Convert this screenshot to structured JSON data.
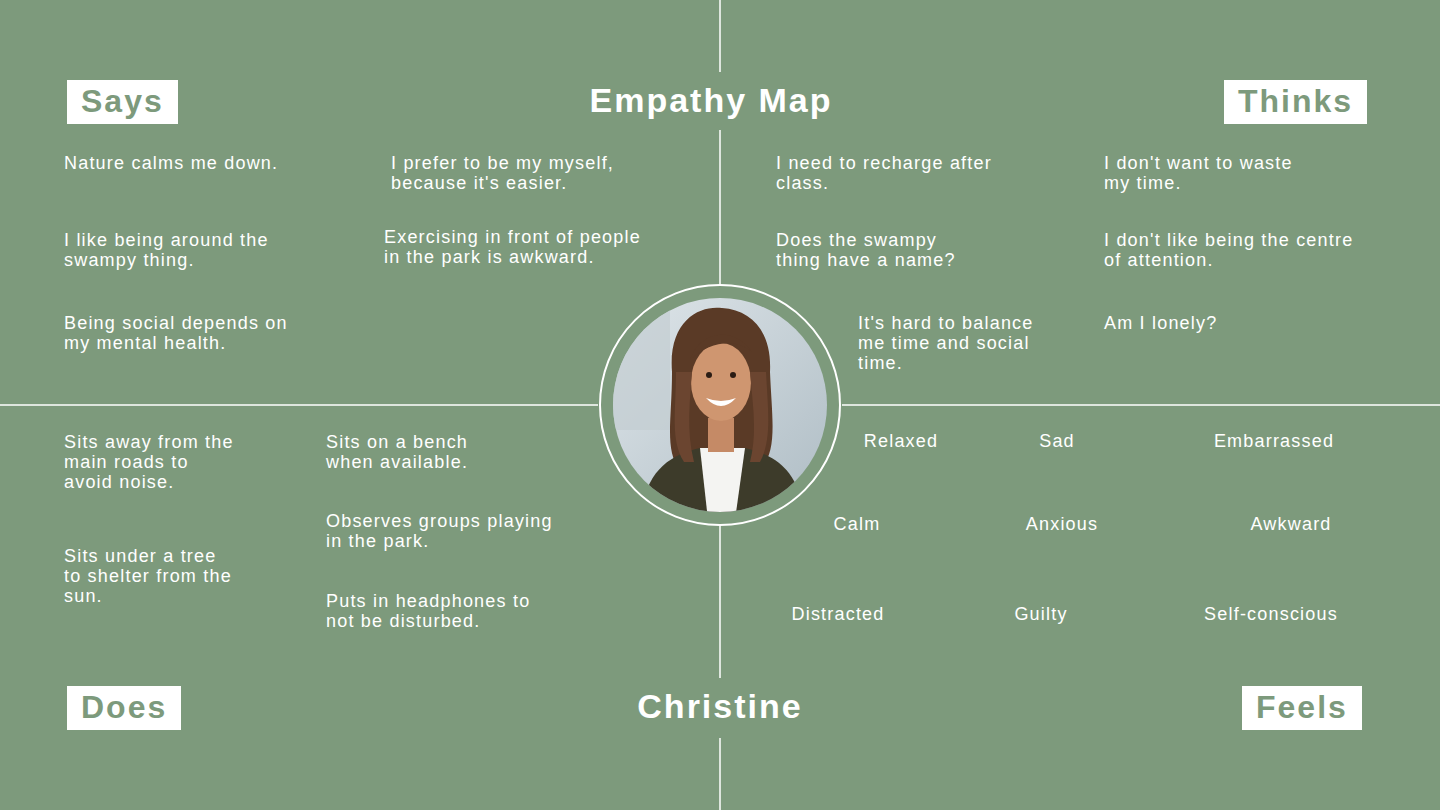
{
  "diagram": {
    "title": "Empathy Map",
    "nodes": [
      {
        "text": [
          "Says"
        ]
      },
      {
        "text": [
          "Thinks"
        ]
      },
      {
        "text": [
          "Does"
        ]
      },
      {
        "text": [
          "Feels"
        ]
      }
    ],
    "labels": [
      "Nature calms me down.",
      "I prefer to be my myself, because it's easier.",
      "I like being around the swampy thing.",
      "Exercising in front of people in the park is awkward.",
      "Being social depends on my mental health.",
      "I need to recharge after class.",
      "I don't want to waste my time.",
      "Does the swampy thing have a name?",
      "I don't like being the centre of attention.",
      "It's hard to balance me time and social time.",
      "Am I lonely?",
      "Sits away from the main roads to avoid noise.",
      "Sits on a bench when available.",
      "Observes groups playing in the park.",
      "Sits under a tree to shelter from the sun.",
      "Puts in headphones to not be disturbed.",
      "Relaxed",
      "Sad",
      "Embarrassed",
      "Calm",
      "Anxious",
      "Awkward",
      "Distracted",
      "Guilty",
      "Self-conscious",
      "Christine"
    ]
  }
}
